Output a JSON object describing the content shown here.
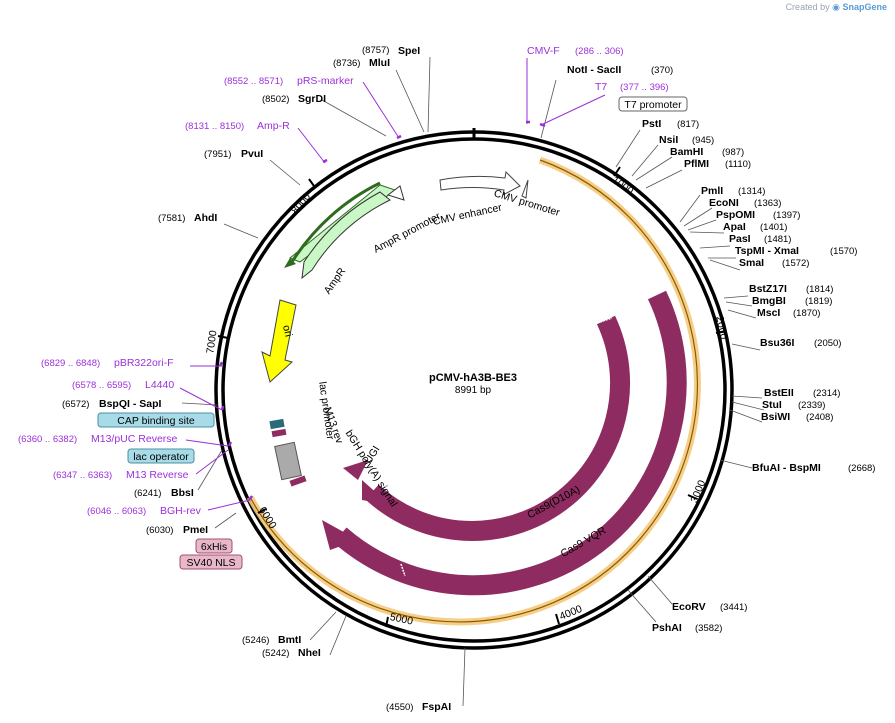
{
  "brand": {
    "prefix": "Created by",
    "name": "SnapGene"
  },
  "plasmid": {
    "name": "pCMV-hA3B-BE3",
    "length": "8991 bp"
  },
  "ticks": [
    "1000",
    "2000",
    "3000",
    "4000",
    "5000",
    "6000",
    "7000",
    "8000"
  ],
  "sites": [
    {
      "pre": "(8757)",
      "name": "SpeI"
    },
    {
      "pre": "(8736)",
      "name": "MluI"
    },
    {
      "pre": "(8502)",
      "name": "SgrDI"
    },
    {
      "pre": "(7951)",
      "name": "PvuI"
    },
    {
      "pre": "(7581)",
      "name": "AhdI"
    },
    {
      "pre": "(6572)",
      "name": "BspQI - SapI"
    },
    {
      "pre": "(6241)",
      "name": "BbsI"
    },
    {
      "pre": "(6030)",
      "name": "PmeI"
    },
    {
      "pre": "(5246)",
      "name": "BmtI"
    },
    {
      "pre": "(5242)",
      "name": "NheI"
    },
    {
      "pre": "(4550)",
      "name": "FspAI"
    },
    {
      "name": "NotI - SacII",
      "post": "(370)"
    },
    {
      "name": "PstI",
      "post": "(817)"
    },
    {
      "name": "NsiI",
      "post": "(945)"
    },
    {
      "name": "BamHI",
      "post": "(987)"
    },
    {
      "name": "PflMI",
      "post": "(1110)"
    },
    {
      "name": "PmlI",
      "post": "(1314)"
    },
    {
      "name": "EcoNI",
      "post": "(1363)"
    },
    {
      "name": "PspOMI",
      "post": "(1397)"
    },
    {
      "name": "ApaI",
      "post": "(1401)"
    },
    {
      "name": "PasI",
      "post": "(1481)"
    },
    {
      "name": "TspMI - XmaI",
      "post": "(1570)"
    },
    {
      "name": "SmaI",
      "post": "(1572)"
    },
    {
      "name": "BstZ17I",
      "post": "(1814)"
    },
    {
      "name": "BmgBI",
      "post": "(1819)"
    },
    {
      "name": "MscI",
      "post": "(1870)"
    },
    {
      "name": "Bsu36I",
      "post": "(2050)"
    },
    {
      "name": "BstEII",
      "post": "(2314)"
    },
    {
      "name": "StuI",
      "post": "(2339)"
    },
    {
      "name": "BsiWI",
      "post": "(2408)"
    },
    {
      "name": "BfuAI - BspMI",
      "post": "(2668)"
    },
    {
      "name": "EcoRV",
      "post": "(3441)"
    },
    {
      "name": "PshAI",
      "post": "(3582)"
    }
  ],
  "primers": [
    {
      "name": "CMV-F",
      "range": "(286 .. 306)"
    },
    {
      "name": "T7",
      "range": "(377 .. 396)"
    },
    {
      "name": "pRS-marker",
      "range": "(8552 .. 8571)"
    },
    {
      "name": "Amp-R",
      "range": "(8131 .. 8150)"
    },
    {
      "name": "pBR322ori-F",
      "range": "(6829 .. 6848)"
    },
    {
      "name": "L4440",
      "range": "(6578 .. 6595)"
    },
    {
      "name": "M13/pUC Reverse",
      "range": "(6360 .. 6382)"
    },
    {
      "name": "M13 Reverse",
      "range": "(6347 .. 6363)"
    },
    {
      "name": "BGH-rev",
      "range": "(6046 .. 6063)"
    }
  ],
  "boxed": [
    {
      "name": "T7 promoter"
    },
    {
      "name": "CAP binding site"
    },
    {
      "name": "lac operator"
    },
    {
      "name": "6xHis"
    },
    {
      "name": "SV40 NLS"
    }
  ],
  "features": [
    {
      "name": "CMV enhancer"
    },
    {
      "name": "CMV promoter"
    },
    {
      "name": "AmpR promoter"
    },
    {
      "name": "AmpR"
    },
    {
      "name": "ori"
    },
    {
      "name": "lac promoter"
    },
    {
      "name": "M13 rev"
    },
    {
      "name": "bGH poly(A) signal"
    },
    {
      "name": "UGI"
    },
    {
      "name": "Cas9(D10A)"
    },
    {
      "name": "Cas9 VQR"
    }
  ],
  "colors": {
    "backbone": "#000000",
    "cas9": "#8e2b60",
    "ampr": "#c9f7c6",
    "amprOutline": "#2f6b1e",
    "ori": "#ffff00",
    "orf": "#f4c97a",
    "primer": "#9b30d9",
    "cap": "#a8dbe8",
    "nls": "#e8b7c9"
  }
}
